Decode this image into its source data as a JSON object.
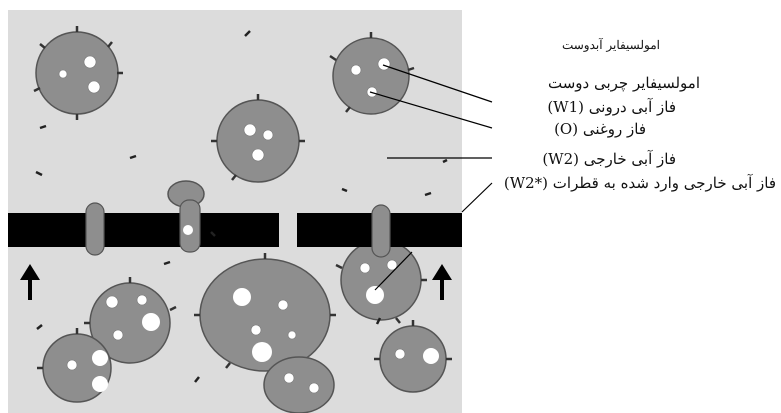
{
  "labels": {
    "hydrophilic_emulsifier": "امولسیفایر آبدوست",
    "lipophilic_emulsifier": "امولسیفایر چربی دوست",
    "inner_aqueous_phase": "فاز آبی درونی",
    "inner_aqueous_symbol": "(W1)",
    "oil_phase": "فاز روغنی",
    "oil_phase_symbol": "(O)",
    "outer_aqueous_phase": "فاز آبی خارجی",
    "outer_aqueous_symbol": "(W2)",
    "outer_aqueous_entered": "فاز آبی خارجی وارد شده به قطرات",
    "outer_aqueous_entered_symbol": "(W2*)"
  },
  "colors": {
    "background": "#dcdcdc",
    "droplet_fill": "#8e8e8e",
    "droplet_stroke": "#555555",
    "membrane": "#000000",
    "inner_droplet": "#ffffff",
    "arrow": "#000000"
  },
  "icons": [
    "up-arrow-icon",
    "up-arrow-icon"
  ]
}
